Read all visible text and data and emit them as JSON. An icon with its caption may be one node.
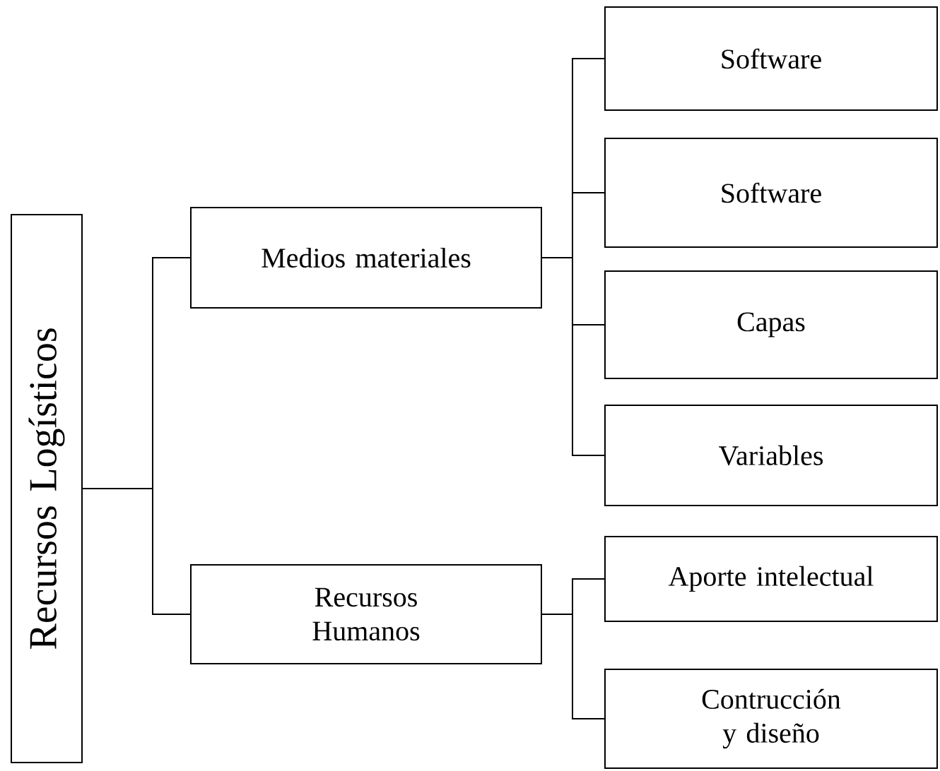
{
  "diagram": {
    "nodes": [
      {
        "text": [
          "Recursos Logísticos"
        ]
      },
      {
        "text": [
          "Medios materiales"
        ]
      },
      {
        "text": [
          "Recursos Humanos"
        ]
      },
      {
        "text": [
          "Software"
        ]
      },
      {
        "text": [
          "Software"
        ]
      },
      {
        "text": [
          "Capas"
        ]
      },
      {
        "text": [
          "Variables"
        ]
      },
      {
        "text": [
          "Aporte intelectual"
        ]
      },
      {
        "text": [
          "Contrucción y diseño"
        ]
      }
    ],
    "edges": [
      {
        "from": 0,
        "to": 1,
        "arrow": "none"
      },
      {
        "from": 0,
        "to": 2,
        "arrow": "none"
      },
      {
        "from": 1,
        "to": 3,
        "arrow": "none"
      },
      {
        "from": 1,
        "to": 4,
        "arrow": "none"
      },
      {
        "from": 1,
        "to": 5,
        "arrow": "none"
      },
      {
        "from": 1,
        "to": 6,
        "arrow": "none"
      },
      {
        "from": 2,
        "to": 7,
        "arrow": "none"
      },
      {
        "from": 2,
        "to": 8,
        "arrow": "none"
      }
    ]
  }
}
